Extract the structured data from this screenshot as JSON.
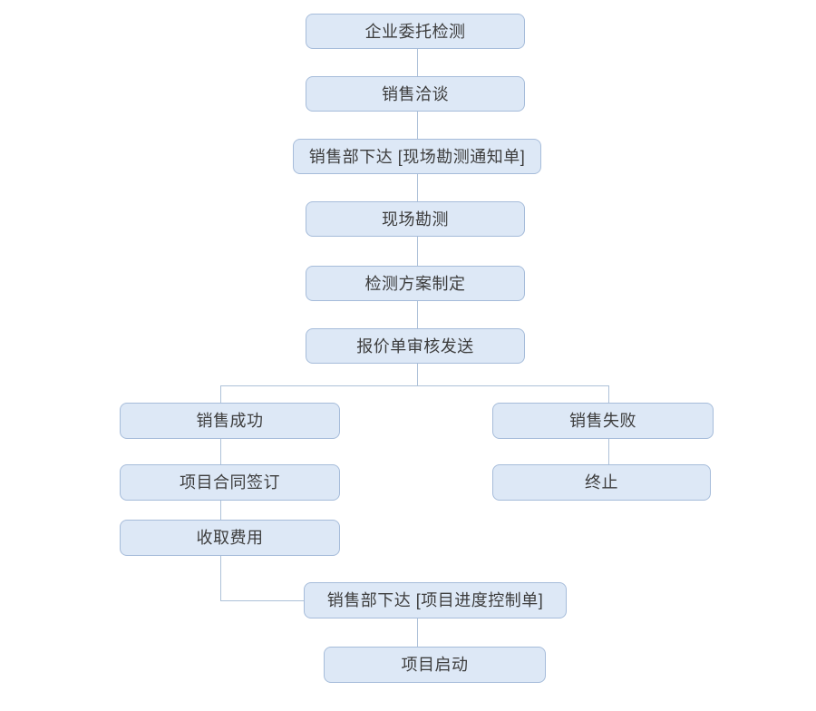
{
  "diagram": {
    "type": "flowchart",
    "background": "#ffffff",
    "colors": {
      "node_fill": "#dde8f6",
      "node_border": "#a6bcda",
      "connector": "#adc1d8",
      "text": "#3d3d3d"
    },
    "nodes": [
      {
        "id": "enterprise-commission",
        "label": "企业委托检测"
      },
      {
        "id": "sales-negotiation",
        "label": "销售洽谈"
      },
      {
        "id": "survey-notice",
        "label": "销售部下达 [现场勘测通知单]"
      },
      {
        "id": "site-survey",
        "label": "现场勘测"
      },
      {
        "id": "test-plan",
        "label": "检测方案制定"
      },
      {
        "id": "quotation-review",
        "label": "报价单审核发送"
      },
      {
        "id": "sales-success",
        "label": "销售成功"
      },
      {
        "id": "sales-failure",
        "label": "销售失败"
      },
      {
        "id": "contract-signing",
        "label": "项目合同签订"
      },
      {
        "id": "terminate",
        "label": "终止"
      },
      {
        "id": "fee-collection",
        "label": "收取费用"
      },
      {
        "id": "progress-control",
        "label": "销售部下达 [项目进度控制单]"
      },
      {
        "id": "project-launch",
        "label": "项目启动"
      }
    ],
    "edges": [
      {
        "from": "enterprise-commission",
        "to": "sales-negotiation"
      },
      {
        "from": "sales-negotiation",
        "to": "survey-notice"
      },
      {
        "from": "survey-notice",
        "to": "site-survey"
      },
      {
        "from": "site-survey",
        "to": "test-plan"
      },
      {
        "from": "test-plan",
        "to": "quotation-review"
      },
      {
        "from": "quotation-review",
        "to": "sales-success"
      },
      {
        "from": "quotation-review",
        "to": "sales-failure"
      },
      {
        "from": "sales-success",
        "to": "contract-signing"
      },
      {
        "from": "contract-signing",
        "to": "fee-collection"
      },
      {
        "from": "sales-failure",
        "to": "terminate"
      },
      {
        "from": "fee-collection",
        "to": "progress-control"
      },
      {
        "from": "progress-control",
        "to": "project-launch"
      }
    ]
  }
}
